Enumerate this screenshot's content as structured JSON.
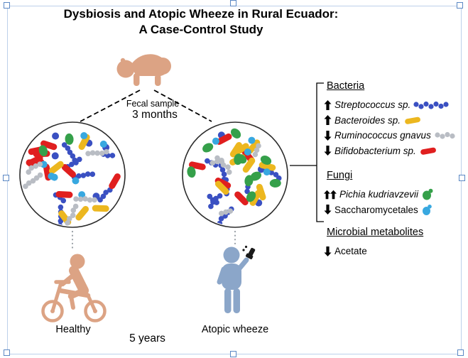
{
  "figure": {
    "title_line1": "Dysbiosis and Atopic Wheeze in Rural Ecuador:",
    "title_line2": "A Case-Control Study"
  },
  "timeline": {
    "sample_label": "Fecal sample",
    "baseline_age": "3 months",
    "followup_age": "5 years"
  },
  "groups": {
    "healthy": "Healthy",
    "wheeze": "Atopic wheeze"
  },
  "panel": {
    "sections": [
      {
        "heading": "Bacteria",
        "items": [
          {
            "direction": "up",
            "name": "Streptococcus sp.",
            "italic": true,
            "icon": "streptococcus-chain"
          },
          {
            "direction": "up",
            "name": "Bacteroides sp.",
            "italic": true,
            "icon": "bacteroides-rod"
          },
          {
            "direction": "down",
            "name": "Ruminococcus gnavus",
            "italic": true,
            "icon": "ruminococcus-cocci"
          },
          {
            "direction": "down",
            "name": "Bifidobacterium sp.",
            "italic": true,
            "icon": "bifidobacterium-rod"
          }
        ]
      },
      {
        "heading": "Fungi",
        "items": [
          {
            "direction": "up-double",
            "name": "Pichia kudriavzevii",
            "italic": true,
            "icon": "pichia-yeast"
          },
          {
            "direction": "down",
            "name": "Saccharomycetales",
            "italic": false,
            "icon": "saccharomycetales-yeast"
          }
        ]
      },
      {
        "heading": "Microbial metabolites",
        "items": [
          {
            "direction": "down",
            "name": "Acetate",
            "italic": false,
            "icon": null
          }
        ]
      }
    ]
  },
  "palette": {
    "strep_blue": "#3a50c2",
    "bacteroides_yellow": "#ecb71f",
    "ruminococcus_gray": "#b9bdc4",
    "bifidobacterium_red": "#e01f1f",
    "pichia_green": "#35a04a",
    "saccharomycetales_blue": "#38a8e0",
    "skin_tone": "#dca384",
    "wheeze_figure_blue": "#8ba6c9",
    "inhaler_black": "#1a1a1a",
    "selection_handle_blue": "#5b88c4"
  },
  "circles": {
    "healthy": {
      "label": "healthy infant fecal microbiome",
      "composition": [
        {
          "microbe": "Streptococcus chains",
          "shape": "chain",
          "color": "#3a50c2",
          "count": 7
        },
        {
          "microbe": "blue cocci",
          "shape": "dot",
          "color": "#3a50c2",
          "count": 5
        },
        {
          "microbe": "Bifidobacterium rods",
          "shape": "rod",
          "color": "#e01f1f",
          "count": 10
        },
        {
          "microbe": "Bacteroides rods",
          "shape": "rod",
          "color": "#ecb71f",
          "count": 5
        },
        {
          "microbe": "Pichia yeast",
          "shape": "oval",
          "color": "#35a04a",
          "count": 2
        },
        {
          "microbe": "Saccharomycetales",
          "shape": "dot",
          "color": "#38a8e0",
          "count": 7
        },
        {
          "microbe": "Ruminococcus chains",
          "shape": "chain",
          "color": "#b9bdc4",
          "count": 5
        }
      ]
    },
    "wheeze": {
      "label": "atopic wheeze infant fecal microbiome",
      "composition": [
        {
          "microbe": "Streptococcus chains",
          "shape": "chain",
          "color": "#3a50c2",
          "count": 8
        },
        {
          "microbe": "blue cocci",
          "shape": "dot",
          "color": "#3a50c2",
          "count": 3
        },
        {
          "microbe": "Bifidobacterium rods",
          "shape": "rod",
          "color": "#e01f1f",
          "count": 5
        },
        {
          "microbe": "Bacteroides rods",
          "shape": "rod",
          "color": "#ecb71f",
          "count": 9
        },
        {
          "microbe": "Pichia yeast",
          "shape": "oval",
          "color": "#35a04a",
          "count": 10
        },
        {
          "microbe": "Saccharomycetales",
          "shape": "dot",
          "color": "#38a8e0",
          "count": 4
        },
        {
          "microbe": "Ruminococcus chains",
          "shape": "chain",
          "color": "#b9bdc4",
          "count": 4
        }
      ]
    }
  }
}
